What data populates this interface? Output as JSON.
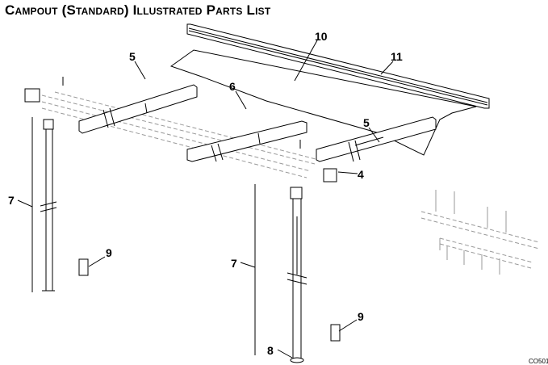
{
  "title": "Campout (Standard) Illustrated Parts List",
  "callouts": {
    "canopy": "10",
    "rail": "11",
    "arm_left": "5",
    "center_rafter": "6",
    "arm_right": "5",
    "bracket": "4",
    "leg_left": "7",
    "clip_left": "9",
    "leg_right": "7",
    "clip_right": "9",
    "foot": "8"
  },
  "figure_code": "CO501"
}
